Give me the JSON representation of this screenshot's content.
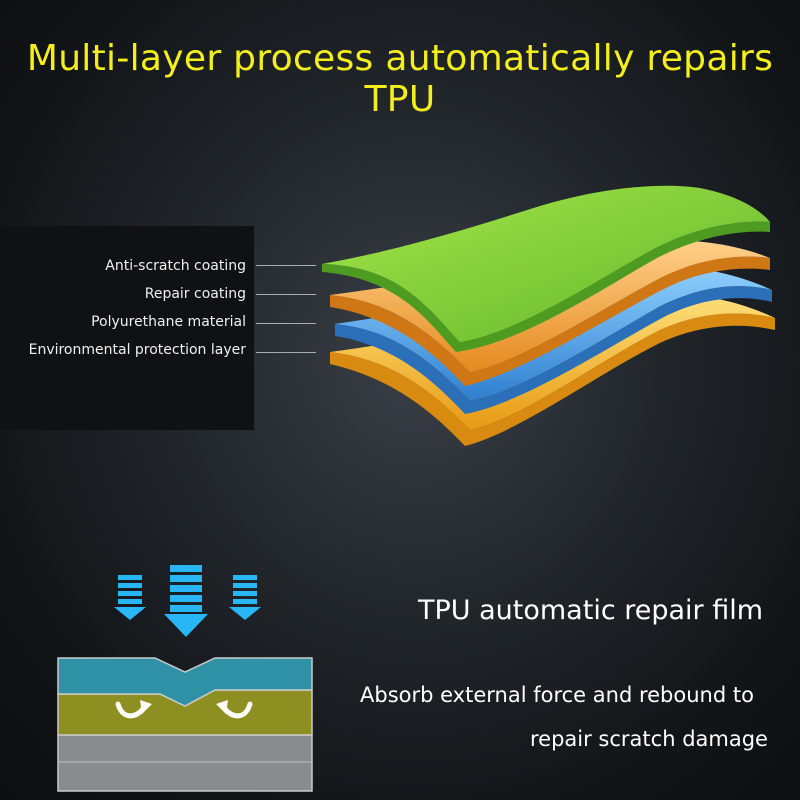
{
  "headline": "Multi-layer process automatically repairs TPU",
  "layers": [
    {
      "label": "Anti-scratch coating",
      "color": "#7fd03b"
    },
    {
      "label": "Repair coating",
      "color": "#f4a736"
    },
    {
      "label": "Polyurethane material",
      "color": "#4aa3e6"
    },
    {
      "label": "Environmental protection layer",
      "color": "#f5bd2c"
    }
  ],
  "film": {
    "title": "TPU automatic repair film",
    "description_line1": "Absorb external force and rebound to",
    "description_line2": "repair scratch damage"
  },
  "colors": {
    "headline": "#f4ef1c",
    "arrows": "#29b6f6",
    "top_band": "#2f91a6",
    "middle_band": "#8e8f21",
    "bottom_band": "#8a8b8d"
  }
}
